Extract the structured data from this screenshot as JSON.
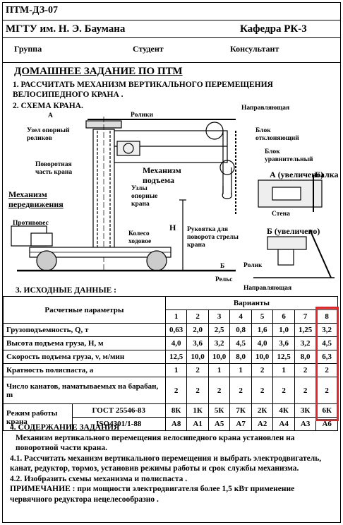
{
  "header": {
    "code": "ПТМ-ДЗ-07",
    "university": "МГТУ им. Н. Э. Баумана",
    "department": "Кафедра РК-3",
    "group_label": "Группа",
    "student_label": "Студент",
    "consultant_label": "Консультант"
  },
  "title": "ДОМАШНЕЕ ЗАДАНИЕ ПО ПТМ",
  "task1": "1. РАССЧИТАТЬ МЕХАНИЗМ ВЕРТИКАЛЬНОГО ПЕРЕМЕЩЕНИЯ ВЕЛОСИПЕДНОГО КРАНА .",
  "task2": "2. СХЕМА КРАНА.",
  "scheme_labels": {
    "a_mark": "А",
    "rollers": "Ролики",
    "guide_top": "Направляющая",
    "top_roller_unit": "Узел опорный роликов",
    "deflecting_block": "Блок отклоняющий",
    "balancing_block": "Блок уравнительный",
    "rotating_part": "Поворотная часть крана",
    "lifting_mechanism": "Механизм подъема",
    "detail_a": "А (увеличено)",
    "beam": "Балка",
    "travel_mechanism": "Механизм передвижения",
    "support_units": "Узлы опорные крана",
    "wall": "Стена",
    "counterweight": "Противовес",
    "height": "Н",
    "handle": "Рукоятка для поворота стрелы крана",
    "detail_b": "Б (увеличено)",
    "wheel": "Колесо ходовое",
    "roller": "Ролик",
    "b_mark": "Б",
    "rails": "Рельс",
    "guide_bottom": "Направляющая"
  },
  "task3": "3. ИСХОДНЫЕ ДАННЫЕ :",
  "table": {
    "param_header": "Расчетные параметры",
    "variants_header": "Варианты",
    "variants": [
      "1",
      "2",
      "3",
      "4",
      "5",
      "6",
      "7",
      "8"
    ],
    "rows": [
      {
        "name": "Грузоподъемность, Q, т",
        "values": [
          "0,63",
          "2,0",
          "2,5",
          "0,8",
          "1,6",
          "1,0",
          "1,25",
          "3,2"
        ]
      },
      {
        "name": "Высота подъема груза, H, м",
        "values": [
          "4,0",
          "3,6",
          "3,2",
          "4,5",
          "4,0",
          "3,6",
          "3,2",
          "4,5"
        ]
      },
      {
        "name": "Скорость подъема груза, v, м/мин",
        "values": [
          "12,5",
          "10,0",
          "10,0",
          "8,0",
          "10,0",
          "12,5",
          "8,0",
          "6,3"
        ]
      },
      {
        "name": "Кратность полиспаста, а",
        "values": [
          "1",
          "2",
          "1",
          "1",
          "2",
          "1",
          "2",
          "2"
        ]
      },
      {
        "name": "Число канатов, наматываемых на барабан, m",
        "values": [
          "2",
          "2",
          "2",
          "2",
          "2",
          "2",
          "2",
          "2"
        ]
      }
    ],
    "mode_label": "Режим работы крана",
    "mode_rows": [
      {
        "standard": "ГОСТ 25546-83",
        "values": [
          "8К",
          "1К",
          "5К",
          "7К",
          "2К",
          "4К",
          "3К",
          "6К"
        ]
      },
      {
        "standard": "ISO4301/1-88",
        "values": [
          "А8",
          "А1",
          "А5",
          "А7",
          "А2",
          "А4",
          "А3",
          "А6"
        ]
      }
    ]
  },
  "content": {
    "heading": "4. СОДЕРЖАНИЕ ЗАДАНИЯ",
    "intro": "Механизм вертикального перемещения велосипедного крана установлен на поворотной части крана.",
    "p41": "4.1. Рассчитать механизм вертикального перемещения и выбрать электродвигатель, канат, редуктор, тормоз, установив режимы работы и срок службы механизма.",
    "p42": "4.2. Изобразить схемы механизма и полиспаста .",
    "note": "ПРИМЕЧАНИЕ : при мощности электродвигателя более 1,5 кВт применение червячного редуктора нецелесообразно ."
  },
  "colors": {
    "highlight": "#e0262a"
  }
}
